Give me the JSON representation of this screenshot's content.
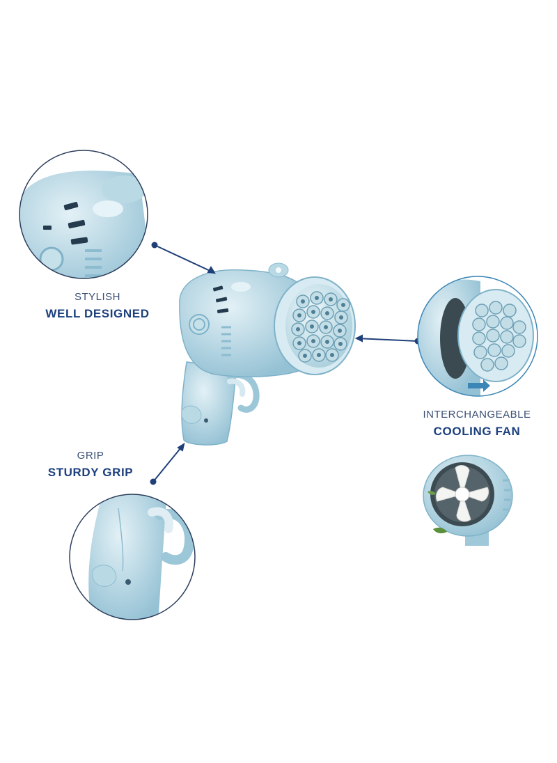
{
  "callouts": [
    {
      "small": "STYLISH",
      "big": "WELL DESIGNED"
    },
    {
      "small": "GRIP",
      "big": "STURDY GRIP"
    },
    {
      "small": "INTERCHANGEABLE",
      "big": "COOLING FAN"
    }
  ],
  "colors": {
    "toy_light": "#cfe6ee",
    "toy_mid": "#a8cedd",
    "toy_dark": "#7fb2c8",
    "line": "#1f3f78",
    "circle": "#2c3e5c",
    "fan_circle": "#3b86b6"
  }
}
